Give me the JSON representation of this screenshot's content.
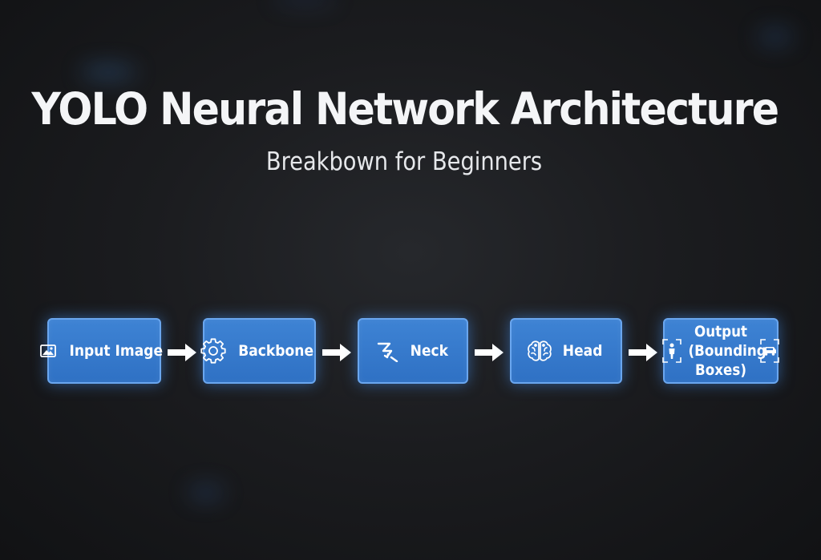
{
  "title": "YOLO Neural Network Architecture",
  "subtitle": "Breakbown for Beginners",
  "flow": {
    "nodes": [
      {
        "label": "Input Image",
        "icon": "image-icon"
      },
      {
        "label": "Backbone",
        "icon": "gear-icon"
      },
      {
        "label": "Neck",
        "icon": "zigzag-arrow-icon"
      },
      {
        "label": "Head",
        "icon": "brain-icon"
      },
      {
        "label": "Output (Bounding Boxes)",
        "icon": "person-bounding-box-icon",
        "icon_right": "car-bounding-box-icon"
      }
    ],
    "arrow_icon": "right-arrow-icon"
  },
  "colors": {
    "background": "#1b1c1f",
    "node_fill": "#3478c9",
    "node_border": "#6aa6ee",
    "text": "#ffffff",
    "arrow": "#ffffff"
  }
}
